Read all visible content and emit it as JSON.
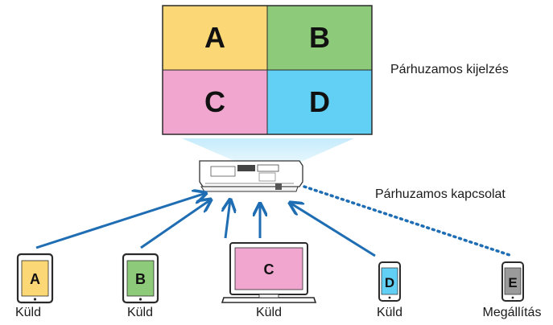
{
  "screen": {
    "tiles": [
      {
        "label": "A",
        "color": "#fbd775"
      },
      {
        "label": "B",
        "color": "#8dca79"
      },
      {
        "label": "C",
        "color": "#f0a6cf"
      },
      {
        "label": "D",
        "color": "#62cff4"
      }
    ],
    "caption": "Párhuzamos kijelzés"
  },
  "connection_caption": "Párhuzamos kapcsolat",
  "devices": [
    {
      "letter": "A",
      "color": "#fbd775",
      "status": "Küld"
    },
    {
      "letter": "B",
      "color": "#8dca79",
      "status": "Küld"
    },
    {
      "letter": "C",
      "color": "#f0a6cf",
      "status": "Küld"
    },
    {
      "letter": "D",
      "color": "#62cff4",
      "status": "Küld"
    },
    {
      "letter": "E",
      "color": "#9a9a9a",
      "status": "Megállítás"
    }
  ],
  "colors": {
    "arrow": "#1f6db3",
    "frame": "#2a2a2a",
    "beam": "#cfeefc"
  }
}
